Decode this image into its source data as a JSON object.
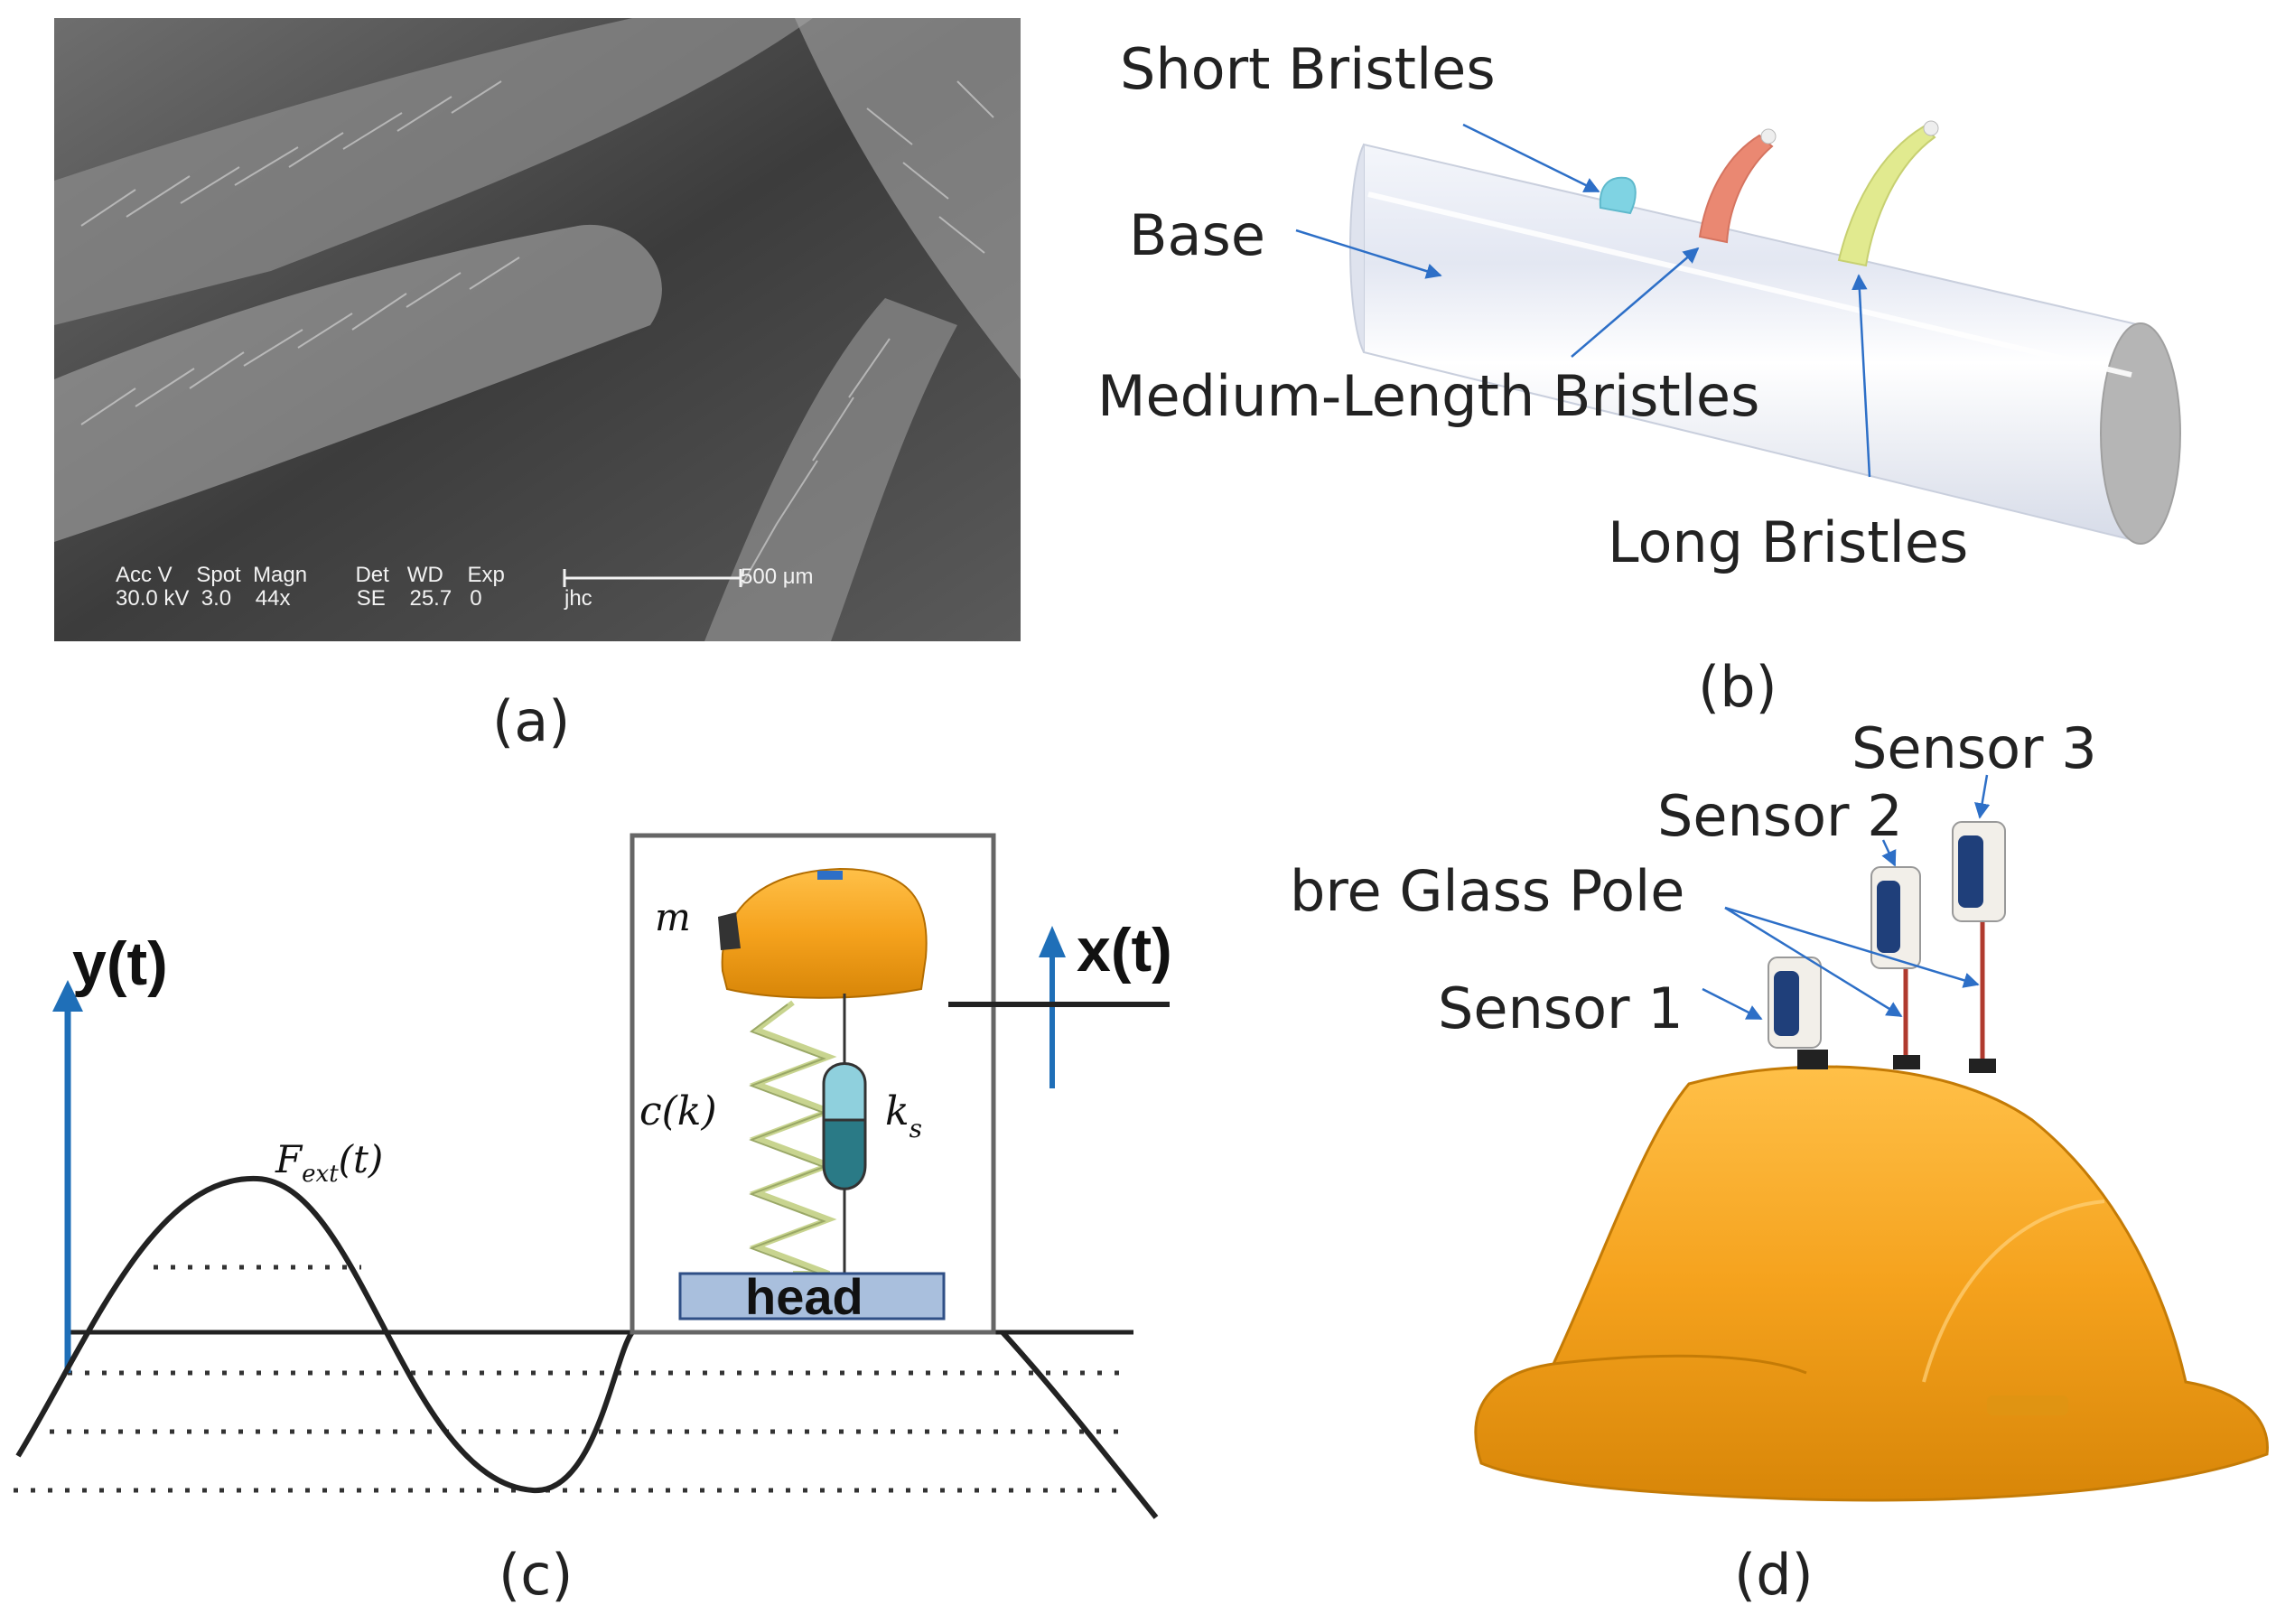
{
  "panel_a": {
    "caption": "(a)",
    "sem_info": {
      "row1": "Acc V    Spot  Magn        Det   WD    Exp",
      "row2": "30.0 kV  3.0    44x           SE    25.7   0",
      "operator": "jhc",
      "scalebar": "500 μm"
    }
  },
  "panel_b": {
    "caption": "(b)",
    "labels": {
      "short": "Short Bristles",
      "base": "Base",
      "medium": "Medium-Length Bristles",
      "long": "Long Bristles"
    },
    "colors": {
      "short": "#7fd3e3",
      "medium": "#ea8872",
      "long": "#e1ea8f",
      "rod": "#e4e8f4"
    }
  },
  "panel_c": {
    "caption": "(c)",
    "y_label": "y(t)",
    "x_label": "x(t)",
    "force_label_main": "F",
    "force_label_sub": "ext",
    "force_label_tail": "(t)",
    "mass_label": "m",
    "damping_label": "c(k)",
    "spring_label_main": "k",
    "spring_label_sub": "s",
    "head_label": "head",
    "colors": {
      "axis": "#1f6fb8",
      "helmet": "#f3a21b",
      "spring": "#c8d48f",
      "damper_top": "#8fd0dd",
      "damper_bottom": "#2a7a86",
      "head_block": "#a9bfdd"
    }
  },
  "panel_d": {
    "caption": "(d)",
    "labels": {
      "sensor1": "Sensor 1",
      "sensor2": "Sensor 2",
      "sensor3": "Sensor 3",
      "pole": "bre Glass Pole"
    },
    "colors": {
      "helmet": "#f5a623",
      "sensor": "#1f3f7a"
    }
  }
}
